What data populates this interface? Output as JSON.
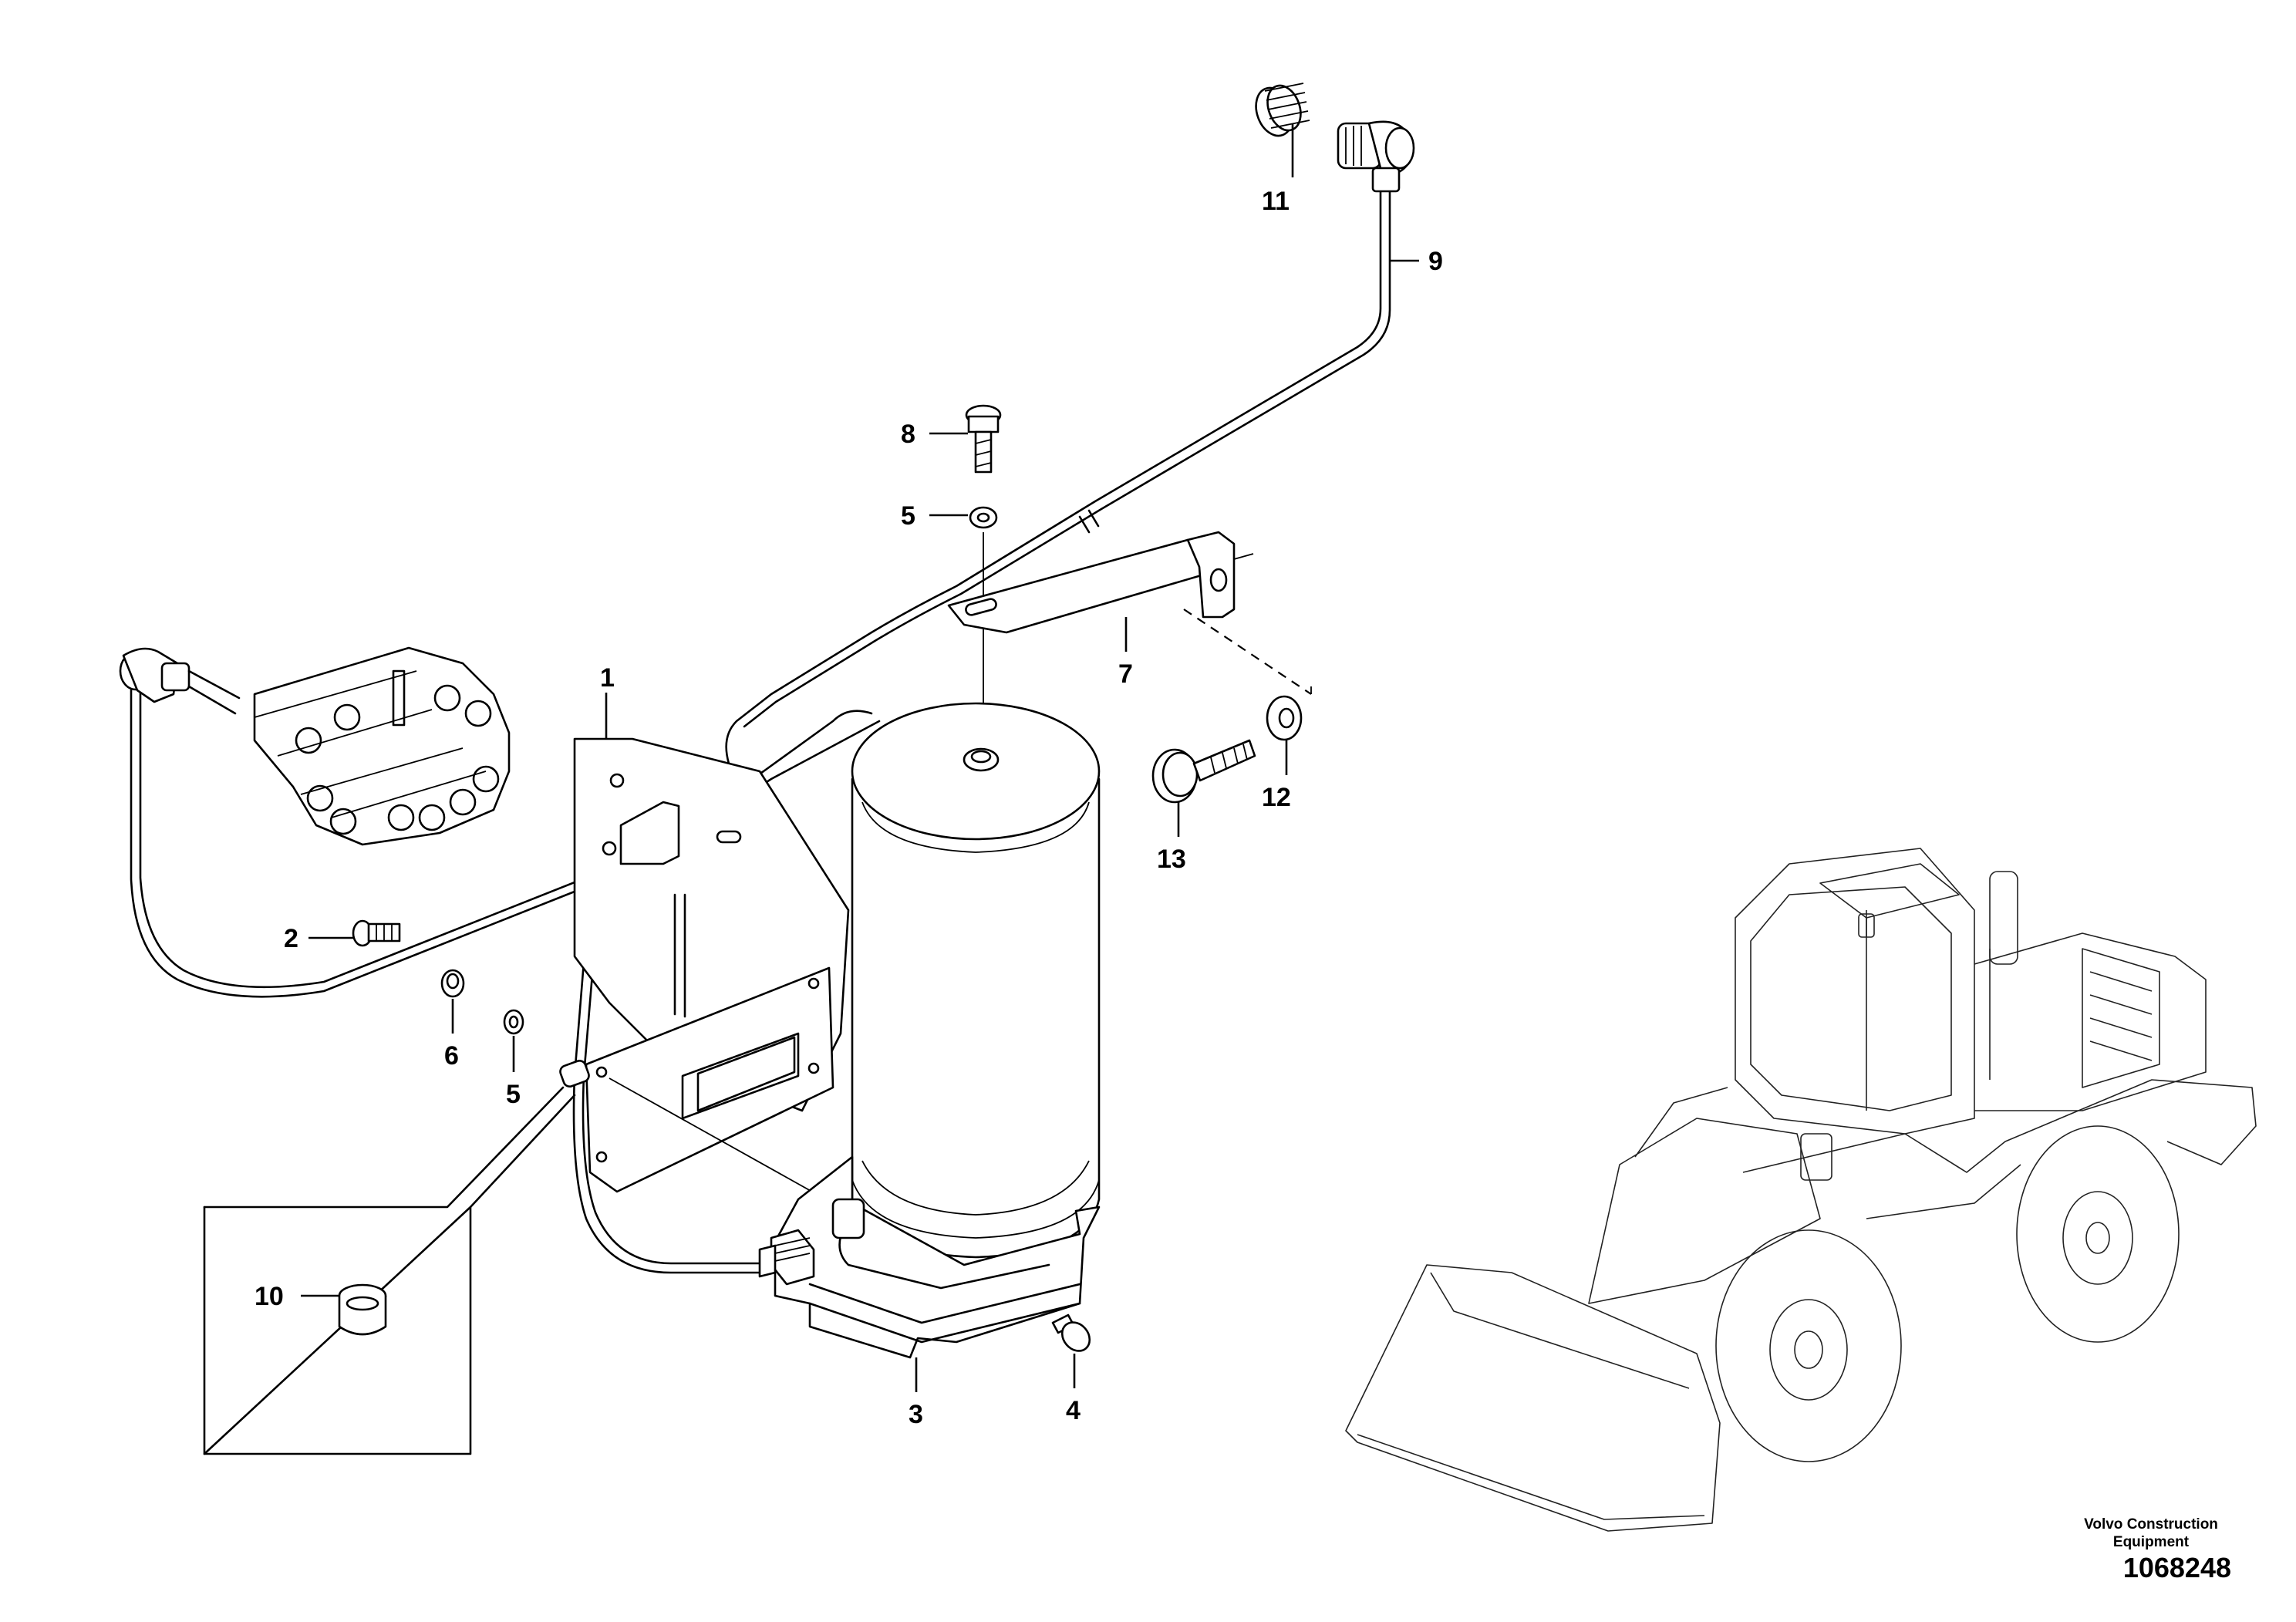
{
  "callouts": {
    "c1": "1",
    "c2": "2",
    "c3": "3",
    "c4": "4",
    "c5a": "5",
    "c5b": "5",
    "c6": "6",
    "c7": "7",
    "c8": "8",
    "c9": "9",
    "c10": "10",
    "c11": "11",
    "c12": "12",
    "c13": "13"
  },
  "footer": {
    "brand_line1": "Volvo Construction",
    "brand_line2": "Equipment",
    "document_number": "1068248"
  }
}
